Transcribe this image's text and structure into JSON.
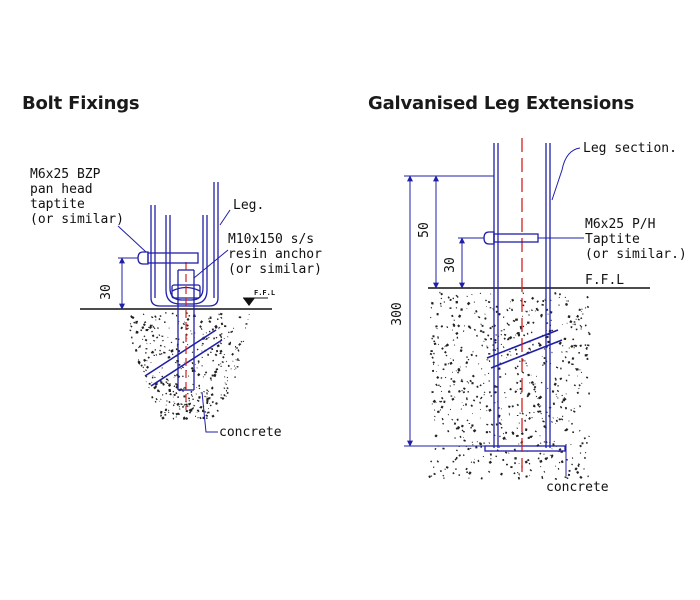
{
  "headings": {
    "left": "Bolt Fixings",
    "right": "Galvanised Leg Extensions"
  },
  "left_diagram": {
    "bolt_label_lines": [
      "M6x25 BZP",
      "pan head",
      "taptite",
      "(or similar)"
    ],
    "leg_label": "Leg.",
    "anchor_label_lines": [
      "M10x150 s/s",
      "resin anchor",
      "(or similar)"
    ],
    "ffl_label": "F.F.L",
    "dim_30": "30",
    "concrete_label": "concrete"
  },
  "right_diagram": {
    "leg_section_label": "Leg section.",
    "bolt_label_lines": [
      "M6x25 P/H",
      "Taptite",
      "(or similar.)"
    ],
    "ffl_label": "F.F.L",
    "dim_50": "50",
    "dim_30": "30",
    "dim_300": "300",
    "concrete_label": "concrete"
  },
  "colors": {
    "line_blue": "#1f1fa8",
    "centerline_red": "#d42020",
    "ink": "#111111"
  }
}
